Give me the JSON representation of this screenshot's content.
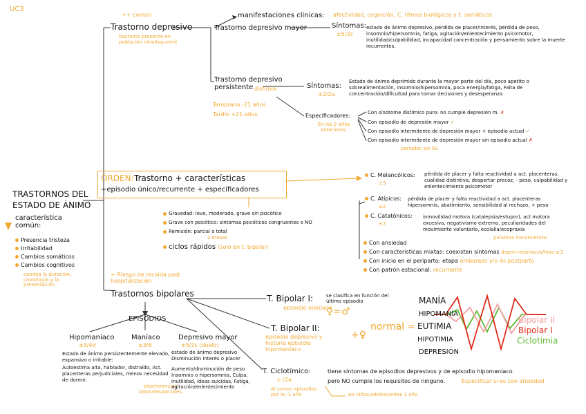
{
  "corner": "UC3",
  "main_title": [
    "TRASTORNOS DEL",
    "ESTADO DE ÁNIMO"
  ],
  "common_title": "característica común:",
  "common_items": [
    "Presencia tristeza",
    "Irritabilidad",
    "Cambios somáticos",
    "Cambios cognitivos"
  ],
  "common_note": "cambia la duración, cronología y la presentación",
  "depresivo": {
    "title": "Trastorno depresivo",
    "more_common": "++ común",
    "note": "bastante presente en población infantojuvenil",
    "mayor": {
      "title": "Trastorno depresivo mayor",
      "manif_label": "manifestaciones clínicas:",
      "manif_text": "afectividad, cognición, C, ritmos biológicos y t. somáticos",
      "sintomas_label": "Síntomas:",
      "sintomas_note": "±5/2s",
      "sintomas_text": "estado de ánimo depresivo, pérdida de placer/interés, pérdida de peso, insomnio/hipersomnia, fatiga, agitación/enlentecimiento psicomotor, inutilidad/culpabilidad, incapacidad concentración y pensamiento sobre la muerte recurrentes."
    },
    "persistente": {
      "title": "Trastorno depresivo persistente",
      "alias": "distimia",
      "temprano": "Temprano -21 años",
      "tardio": "Tardío +21 años",
      "sintomas_label": "Síntomas:",
      "sintomas_note": "±2/2a",
      "sintomas_text": "Estado de ánimo deprimido durante la mayor parte del día, poco apetito o sobrealimentación, insomnio/hipersomnia, poca energía/fatiga, Falta de concentración/dificultad para tomar decisiones y desesperanza",
      "espec_label": "Especificadores:",
      "espec_note": "En los 2 años anteriores:",
      "espec_items": [
        {
          "text": "Con síndrome distímico puro: no cumple depresión m.",
          "mark": "✗"
        },
        {
          "text": "Con episodio de depresión mayor",
          "mark": "✓"
        },
        {
          "text": "Con episodio intermitente de depresión mayor + episodio actual",
          "mark": "✓"
        },
        {
          "text": "Con episodio intermitente de depresión mayor sin episodio actual",
          "mark": "✗"
        }
      ],
      "espec_last_note": "periodos sin SS"
    }
  },
  "orden": {
    "label": "ÓRDEN:",
    "line1": "Trastorno + características",
    "line2": "+episodio único/recurrente + especificadores",
    "items": [
      "Gravedad: leve, moderado, grave sin psicótico",
      "Grave con psicótico: síntomas psicóticos congruentes o NO",
      "Remisión: parcial o total",
      "ciclos rápidos"
    ],
    "remision_note": "2 meses",
    "ciclos_note": "(solo en t. bipolar)"
  },
  "caracteristicas": {
    "melancolicos": {
      "label": "C. Melancólicos:",
      "note": "±3",
      "text": "pérdida de placer y falta reactividad a act. placenteras, cualidad distintiva, despertar precoz, - peso, culpabilidad y enlentecimiento psicomotor"
    },
    "atipicos": {
      "label": "C. Atípicos:",
      "note": "±2",
      "text": "pérdida de placer y falta reactividad a act. placenteras hipersomnia, abatimiento, sensibilidad al rechazo, + peso"
    },
    "catatonicos": {
      "label": "C. Catatónicos:",
      "note": "±2",
      "text": "inmovilidad motora (catalepsia/estupor), act motora excesiva, negativismo extremo, peculiaridades del movimiento voluntario, ecolalia/ecopraxia",
      "extra": "palabras movimientos"
    },
    "others": [
      {
        "text": "Con ansiedad",
        "note": ""
      },
      {
        "text": "Con características mixtas: coexisten síntomas",
        "note": "depre+maníacos/hipo ≥3"
      },
      {
        "text": "Con inicio en el periparto: etapa",
        "note": "embarazo y/o 4s postparto"
      },
      {
        "text": "Con patrón estacional:",
        "note": "recurrente"
      }
    ]
  },
  "bipolar": {
    "title": "Trastornos bipolares",
    "risk_note": "+ Riesgo de recaída post hospitalización",
    "episodios": "EPISODIOS",
    "hipomaniaco": {
      "title": "Hipomaníaco",
      "note": "±3/4d"
    },
    "maniaco": {
      "title": "Maníaco",
      "note": "±3/6"
    },
    "depresivo": {
      "title": "Depresivo mayor",
      "note": "±5/2s (duelo)"
    },
    "ep_text_1": "Estado de ánimo persistentemente elevado, expansivo o irritable:",
    "ep_text_2": "Autoestima alta, hablador, distraído, Act. placenteras perjudiciales, menos necesidad de dormir.",
    "ep_text_2_note": "interferencias laborales/sociales",
    "ep_text_3": "estado de ánimo depresivo Disminución interés o placer",
    "ep_text_4": "Aumento/disminución de peso Insomnio o hipersomnia, Culpa, inutilidad, ideas suicidas, Fatiga, agitación/enlentecimiento",
    "tipo1": {
      "title": "T. Bipolar I:",
      "text": "se clasifica en función del último episodio",
      "note": "episodio maníaco"
    },
    "tipo2": {
      "title": "T. Bipolar II:",
      "note": "episodio depresivo y historia episodio hipomaníaco"
    },
    "ciclotimico": {
      "title": "T. Ciclotímico:",
      "text": "tiene síntomas de episodios depresivos y de episodio hipomaníaco",
      "text2": "pero NO cumple los requisitos de ninguno.",
      "note": "Especificar si es con ansiedad",
      "duration": "± /2a",
      "note2": "Al sumar episodios por lo -1 año",
      "note3": "en niños/adolescentes 1 año"
    }
  },
  "scale": {
    "levels": [
      "MANÍA",
      "HIPOMANÍA",
      "EUTIMIA",
      "HIPOTIMIA",
      "DEPRESIÓN"
    ],
    "normal_label": "normal",
    "legend": [
      {
        "name": "Bipolar II",
        "color": "#f2a0a0"
      },
      {
        "name": "Bipolar I",
        "color": "#e02a1a"
      },
      {
        "name": "Ciclotimia",
        "color": "#5fb832"
      }
    ]
  }
}
